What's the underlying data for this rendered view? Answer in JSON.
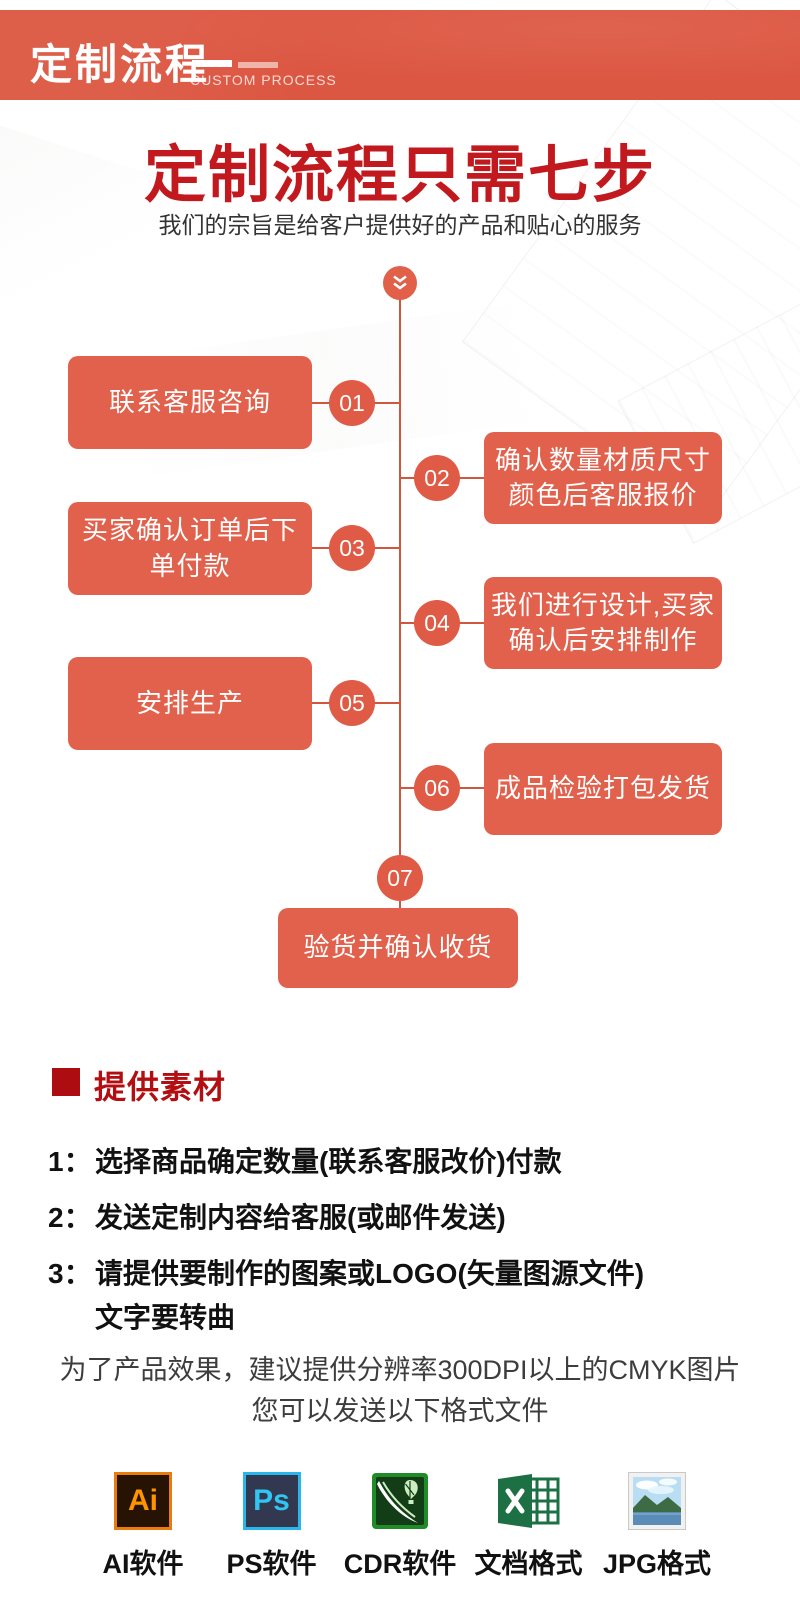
{
  "banner": {
    "title": "定制流程",
    "subtitle": "CUSTOM PROCESS"
  },
  "hero": {
    "title": "定制流程只需七步",
    "subtitle": "我们的宗旨是给客户提供好的产品和贴心的服务"
  },
  "flow": {
    "start_icon": "chevron-down-icon",
    "steps": [
      {
        "num": "01",
        "label": "联系客服咨询"
      },
      {
        "num": "02",
        "label": "确认数量材质尺寸\n颜色后客服报价"
      },
      {
        "num": "03",
        "label": "买家确认订单后下\n单付款"
      },
      {
        "num": "04",
        "label": "我们进行设计,买家\n确认后安排制作"
      },
      {
        "num": "05",
        "label": "安排生产"
      },
      {
        "num": "06",
        "label": "成品检验打包发货"
      },
      {
        "num": "07",
        "label": "验货并确认收货"
      }
    ]
  },
  "materials": {
    "heading": "提供素材",
    "items": [
      {
        "num": "1：",
        "text": "选择商品确定数量(联系客服改价)付款"
      },
      {
        "num": "2：",
        "text": "发送定制内容给客服(或邮件发送)"
      },
      {
        "num": "3：",
        "text": "请提供要制作的图案或LOGO(矢量图源文件)\n文字要转曲"
      }
    ],
    "note": "为了产品效果，建议提供分辨率300DPI以上的CMYK图片\n您可以发送以下格式文件"
  },
  "formats": [
    {
      "icon": "ai-icon",
      "icon_text": "Ai",
      "label": "AI软件"
    },
    {
      "icon": "ps-icon",
      "icon_text": "Ps",
      "label": "PS软件"
    },
    {
      "icon": "cdr-icon",
      "label": "CDR软件"
    },
    {
      "icon": "excel-icon",
      "label": "文档格式"
    },
    {
      "icon": "jpg-icon",
      "label": "JPG格式"
    }
  ],
  "colors": {
    "banner_red": "#dc5742",
    "flow_box_red": "#e2614c",
    "flow_line_red": "#cf5740",
    "title_red": "#c2191f",
    "heading_red": "#b30f13",
    "bullet_red": "#ad0d10",
    "ai_orange": "#ff9400",
    "ps_cyan": "#31c6f2",
    "cdr_green": "#1f8c27",
    "excel_green": "#1d7044"
  }
}
